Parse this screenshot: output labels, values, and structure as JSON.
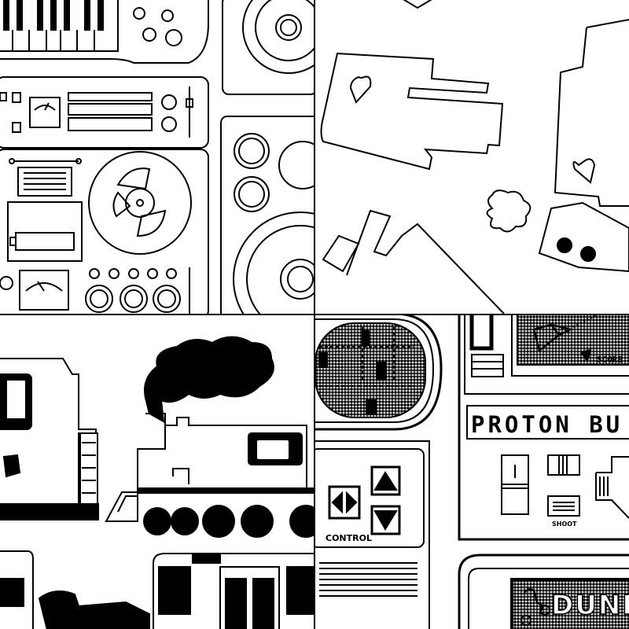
{
  "panels": {
    "electronics": {
      "theme": "line-art synthesizer, reel-to-reel tape deck and speakers"
    },
    "robots": {
      "theme": "line-art robots with heart icons and a smoke puff"
    },
    "trains": {
      "theme": "black silhouette steam train and subway car"
    },
    "arcade": {
      "control_label": "CONTROL",
      "score_label": "SCORE",
      "title_text": "PROTON BU",
      "shoot_label": "SHOOT",
      "dune_text": "DUNE"
    }
  },
  "colors": {
    "ink": "#000000",
    "paper": "#ffffff"
  }
}
